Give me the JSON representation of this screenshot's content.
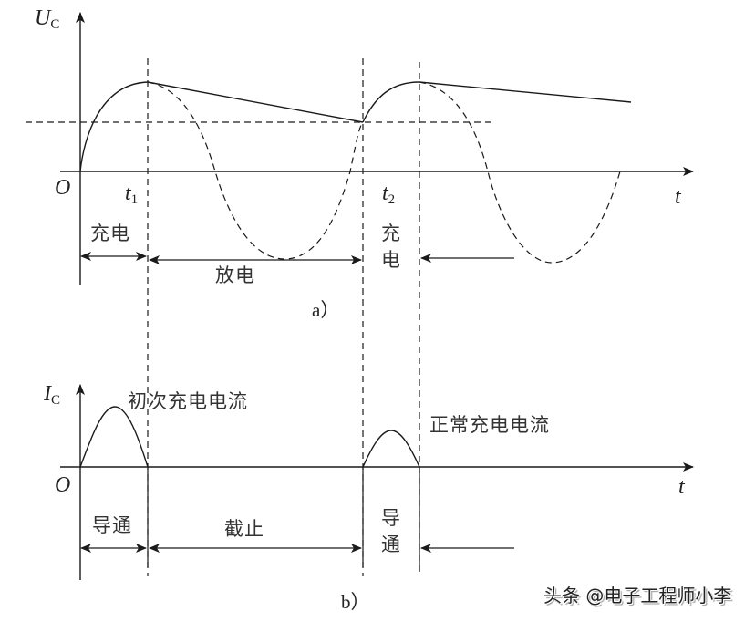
{
  "panel_a": {
    "y_axis_label": "U",
    "y_axis_sub": "C",
    "origin_label": "O",
    "x_axis_label": "t",
    "t1_label": "t",
    "t1_sub": "1",
    "t2_label": "t",
    "t2_sub": "2",
    "charge_label": "充电",
    "discharge_label": "放电",
    "charge_vertical_1": "充",
    "charge_vertical_2": "电",
    "caption": "a）"
  },
  "panel_b": {
    "y_axis_label": "I",
    "y_axis_sub": "C",
    "origin_label": "O",
    "x_axis_label": "t",
    "initial_current_label": "初次充电电流",
    "normal_current_label": "正常充电电流",
    "conduct_label": "导通",
    "cutoff_label": "截止",
    "conduct_vertical_1": "导",
    "conduct_vertical_2": "通",
    "caption": "b）"
  },
  "watermark": "头条 @电子工程师小李",
  "colors": {
    "line": "#1a1a1a",
    "text": "#333333",
    "background": "#ffffff"
  }
}
